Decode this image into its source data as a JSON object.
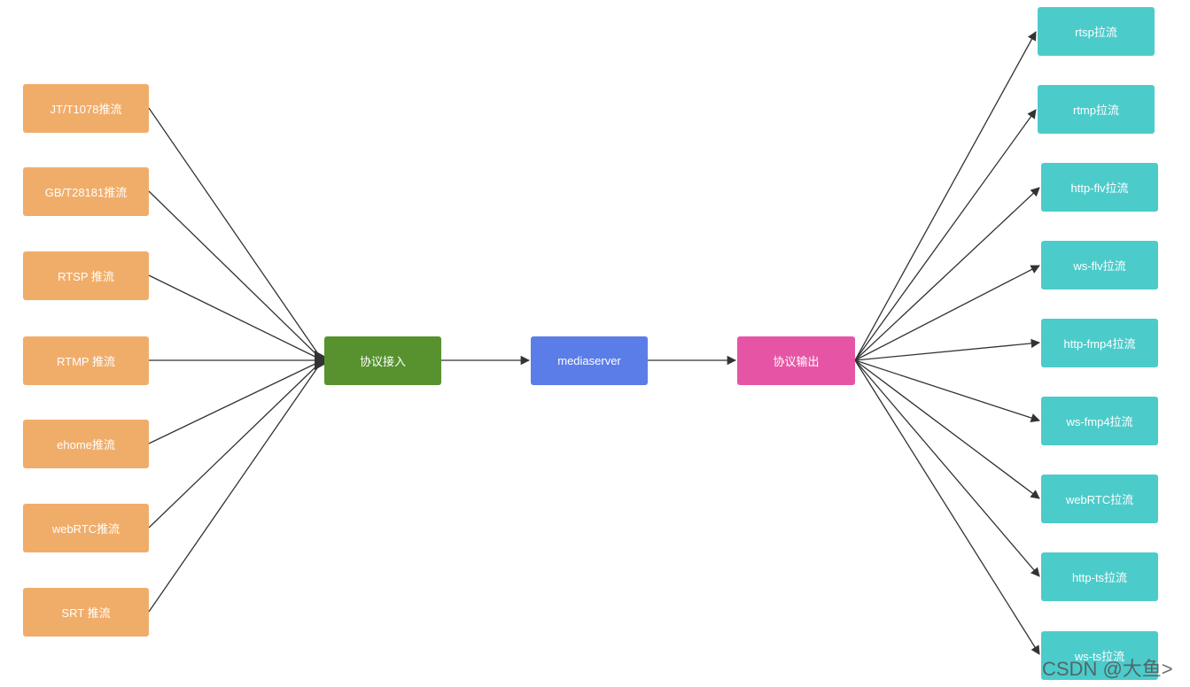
{
  "diagram": {
    "inputs": [
      "JT/T1078推流",
      "GB/T28181推流",
      "RTSP 推流",
      "RTMP 推流",
      "ehome推流",
      "webRTC推流",
      "SRT 推流"
    ],
    "ingest": "协议接入",
    "core": "mediaserver",
    "egress": "协议输出",
    "outputs": [
      "rtsp拉流",
      "rtmp拉流",
      "http-flv拉流",
      "ws-flv拉流",
      "http-fmp4拉流",
      "ws-fmp4拉流",
      "webRTC拉流",
      "http-ts拉流",
      "ws-ts拉流"
    ],
    "colors": {
      "input": "#f0ad6a",
      "ingest": "#57922e",
      "core": "#5b7de8",
      "egress": "#e655a5",
      "output": "#4ccbcb",
      "edge": "#333333"
    }
  },
  "watermark": "CSDN @大鱼>"
}
